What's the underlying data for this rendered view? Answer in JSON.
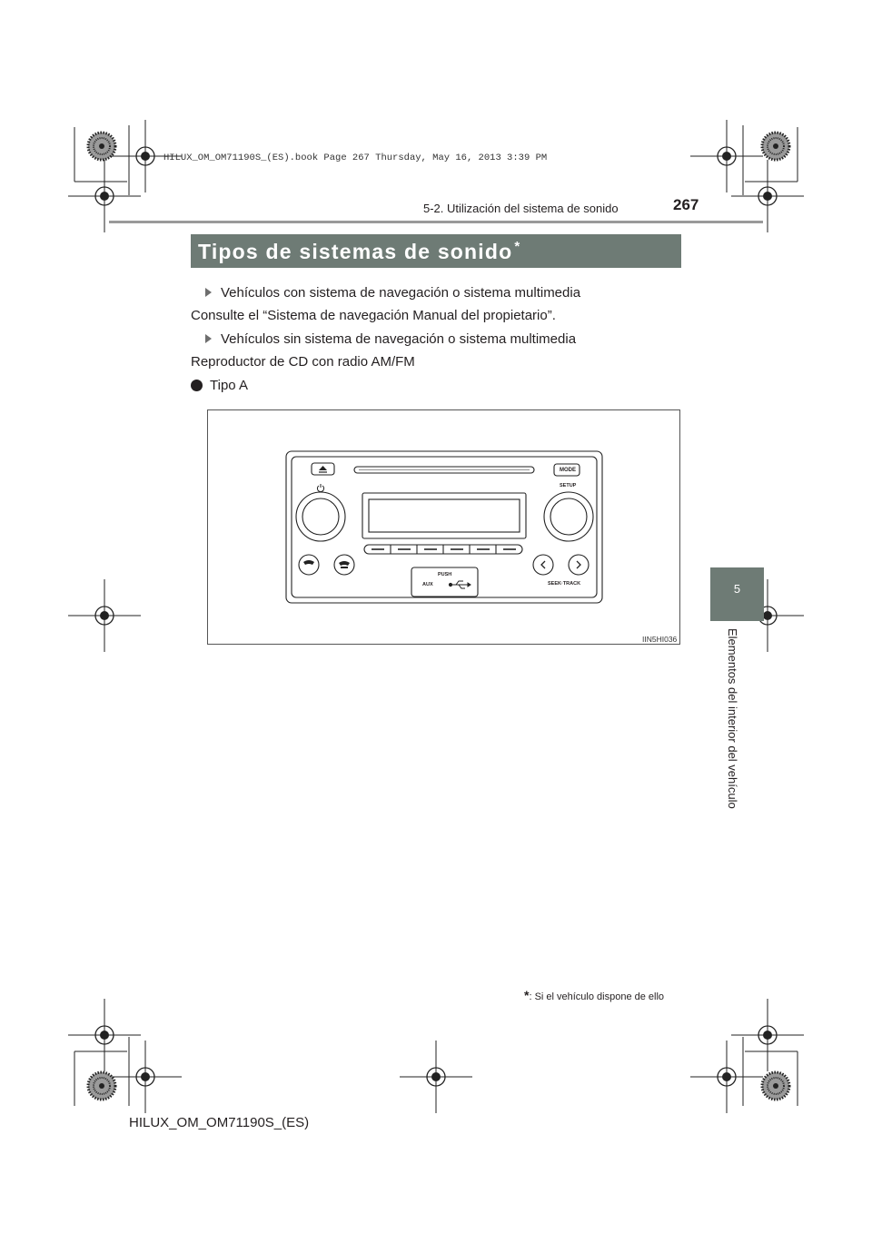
{
  "file_info": "HILUX_OM_OM71190S_(ES).book  Page 267  Thursday, May 16, 2013  3:39 PM",
  "header": {
    "section": "5-2. Utilización del sistema de sonido",
    "page_number": "267"
  },
  "title": {
    "text": "Tipos de sistemas de sonido",
    "marker": "*"
  },
  "body": {
    "item1": "Vehículos con sistema de navegación o sistema multimedia",
    "item1_text": "Consulte el “Sistema de navegación Manual del propietario”.",
    "item2": "Vehículos sin sistema de navegación o sistema multimedia",
    "item2_text": "Reproductor de CD con radio AM/FM",
    "type": "Tipo A"
  },
  "figure": {
    "mode_label": "MODE",
    "setup_label": "SETUP",
    "push_label": "PUSH",
    "aux_label": "AUX",
    "seek_label": "SEEK·TRACK",
    "code": "IIN5HI036"
  },
  "side_tab": {
    "number": "5",
    "label": "Elementos del interior del vehículo"
  },
  "footnote": {
    "marker": "*",
    "text": ": Si el vehículo dispone de ello"
  },
  "footer": {
    "code": "HILUX_OM_OM71190S_(ES)"
  }
}
